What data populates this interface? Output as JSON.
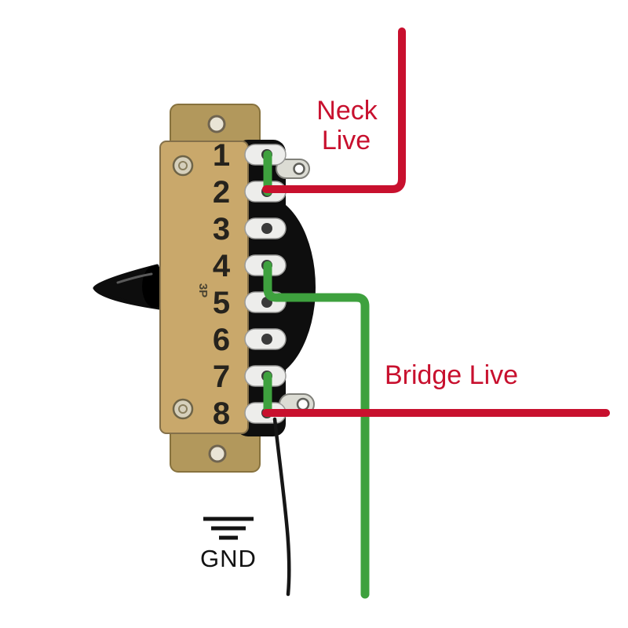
{
  "labels": {
    "neck_live_line1": "Neck",
    "neck_live_line2": "Live",
    "bridge_live": "Bridge Live",
    "gnd": "GND",
    "switch_marking": "3P"
  },
  "switch": {
    "type": "3-way lever switch",
    "terminals": [
      "1",
      "2",
      "3",
      "4",
      "5",
      "6",
      "7",
      "8"
    ]
  },
  "colors": {
    "red": "#c8102e",
    "green": "#3ea13e",
    "wire_black": "#161616",
    "body_black": "#0e0e0e",
    "plate_front": "#c9a86b",
    "plate_back": "#b2985c"
  }
}
